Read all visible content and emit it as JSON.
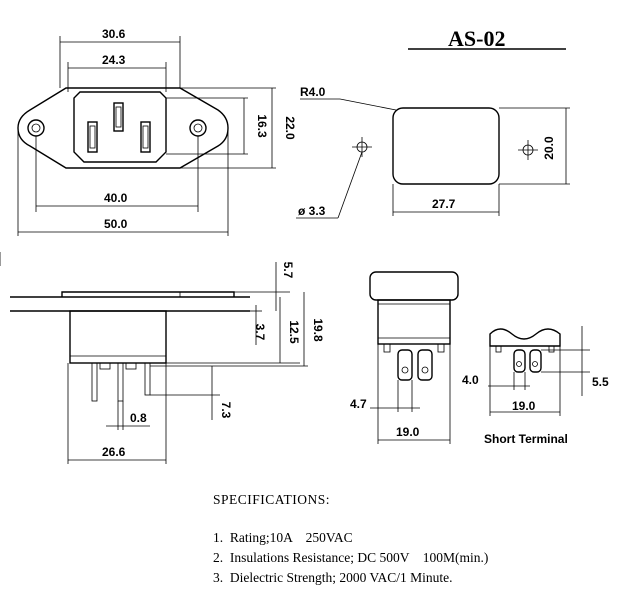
{
  "title": "AS-02",
  "dimensions": {
    "top_width_outer": "30.6",
    "top_width_inner": "24.3",
    "socket_height": "16.3",
    "flange_height": "22.0",
    "hole_spacing": "40.0",
    "overall_width": "50.0",
    "corner_radius": "R4.0",
    "hole_diameter": "ø 3.3",
    "cutout_width": "27.7",
    "cutout_height": "20.0",
    "side_flange": "5.7",
    "side_depth_a": "3.7",
    "side_depth_b": "12.5",
    "side_total": "19.8",
    "pin_thickness": "0.8",
    "pin_length": "7.3",
    "pin_span": "26.6",
    "front_pin_offset": "4.7",
    "front_width": "19.0",
    "short_offset": "4.0",
    "short_width": "19.0",
    "short_height": "5.5"
  },
  "labels": {
    "short_terminal": "Short Terminal"
  },
  "specifications": {
    "heading": "SPECIFICATIONS:",
    "items": [
      "1.  Rating;10A    250VAC",
      "2.  Insulations Resistance; DC 500V    100M(min.)",
      "3.  Dielectric Strength; 2000 VAC/1 Minute."
    ]
  }
}
